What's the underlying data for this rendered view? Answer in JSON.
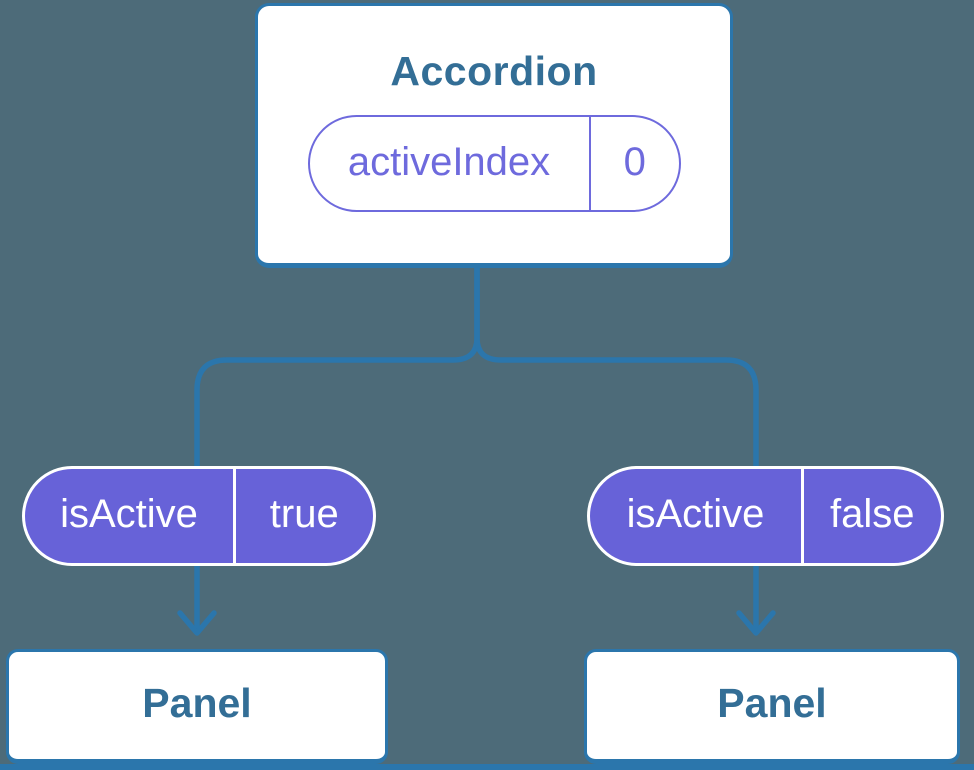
{
  "colors": {
    "bg": "#4d6b79",
    "line": "#2b76ac",
    "purple": "#6762d8",
    "purple-light": "#6e6add",
    "title-blue": "#336e96"
  },
  "root": {
    "title": "Accordion",
    "state": {
      "name": "activeIndex",
      "value": "0"
    }
  },
  "branches": [
    {
      "state": {
        "name": "isActive",
        "value": "true"
      },
      "child": "Panel"
    },
    {
      "state": {
        "name": "isActive",
        "value": "false"
      },
      "child": "Panel"
    }
  ]
}
